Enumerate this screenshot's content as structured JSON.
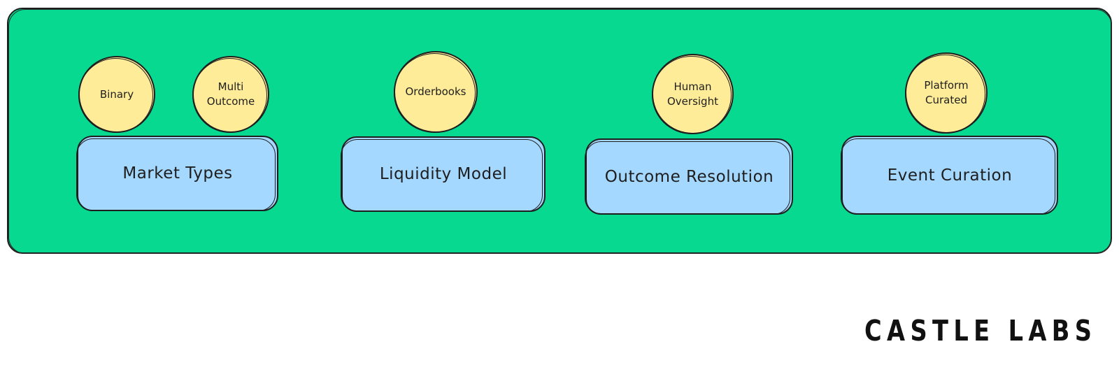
{
  "colors": {
    "panel_fill": "#08d990",
    "category_fill": "#a5d8ff",
    "bubble_fill": "#ffec99",
    "stroke": "#1e1e1e"
  },
  "categories": [
    {
      "label": "Market Types",
      "options": [
        "Binary",
        "Multi\nOutcome"
      ]
    },
    {
      "label": "Liquidity Model",
      "options": [
        "Orderbooks"
      ]
    },
    {
      "label": "Outcome Resolution",
      "options": [
        "Human\nOversight"
      ]
    },
    {
      "label": "Event Curation",
      "options": [
        "Platform\nCurated"
      ]
    }
  ],
  "logo": {
    "text": "CASTLE LABS",
    "icon": "castle-icon"
  }
}
